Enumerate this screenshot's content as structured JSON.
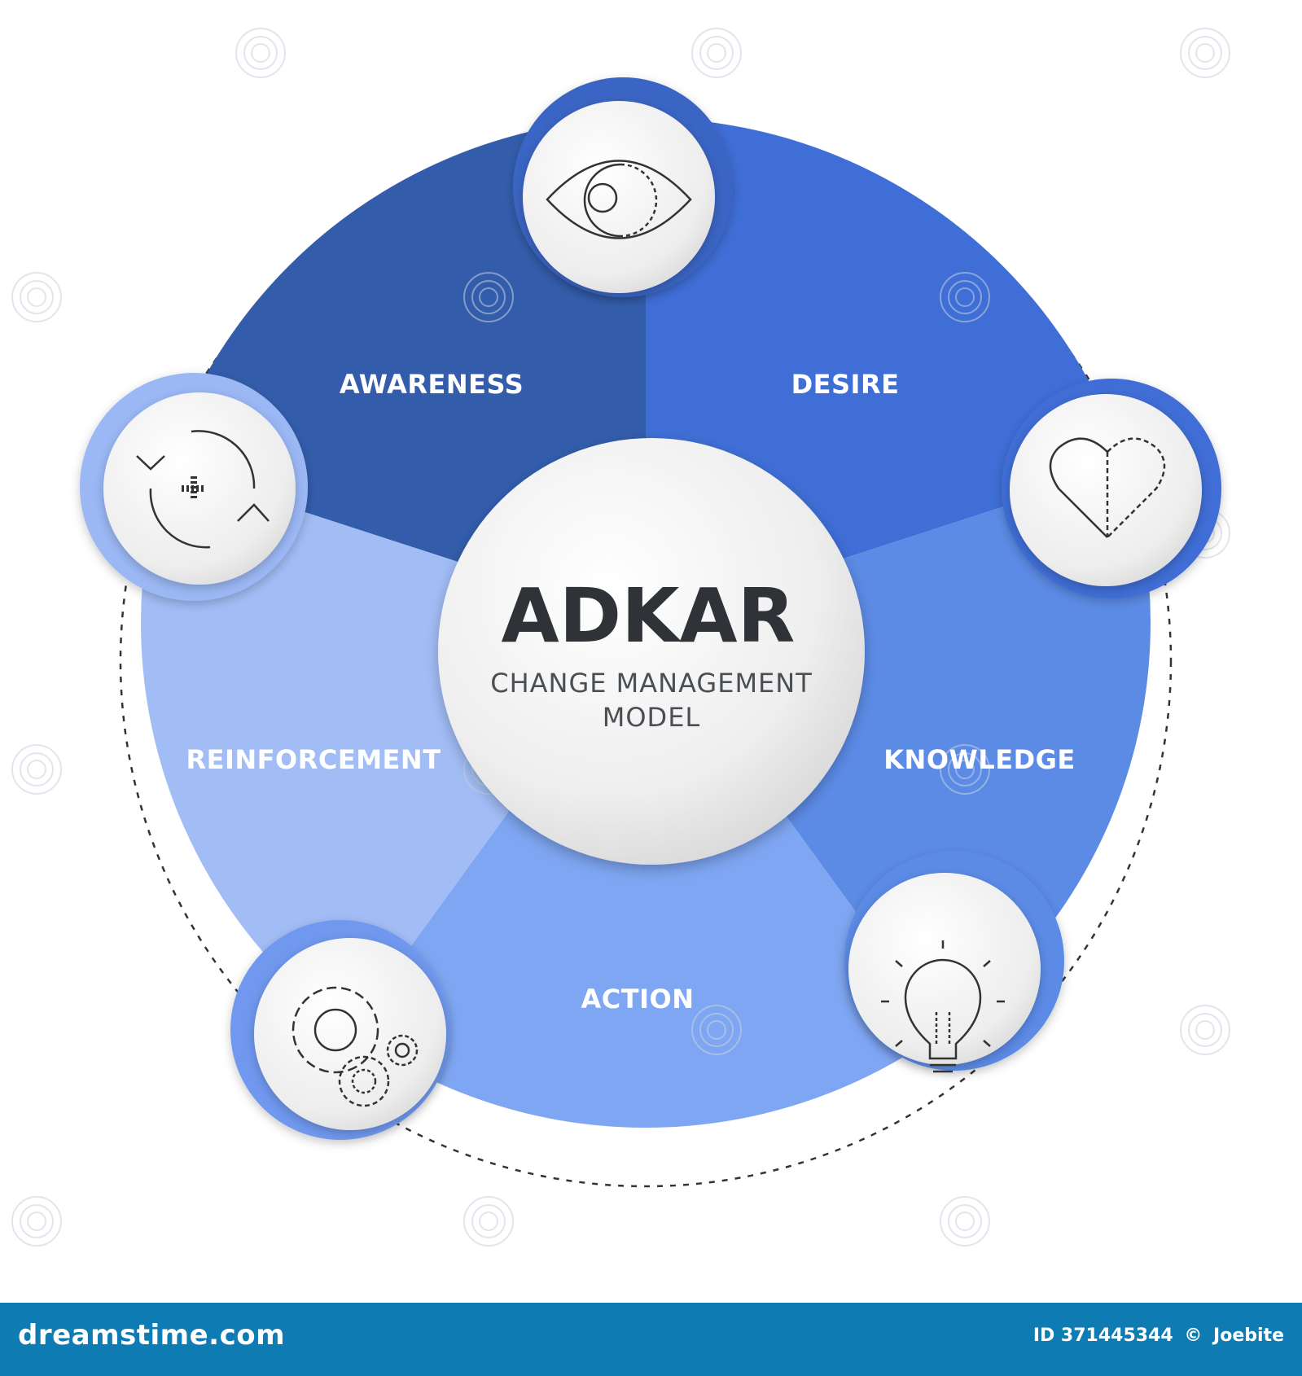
{
  "diagram": {
    "title": "ADKAR",
    "subtitle_line1": "CHANGE MANAGEMENT",
    "subtitle_line2": "MODEL",
    "segments": [
      {
        "label": "AWARENESS",
        "color": "#335dab",
        "icon": "eye-icon",
        "ring": "#3b65c4"
      },
      {
        "label": "DESIRE",
        "color": "#3f6ed6",
        "icon": "heart-icon",
        "ring": "#3f6ed6"
      },
      {
        "label": "KNOWLEDGE",
        "color": "#5c8be6",
        "icon": "lightbulb-icon",
        "ring": "#5c8be6"
      },
      {
        "label": "ACTION",
        "color": "#7ea6f2",
        "icon": "gears-icon",
        "ring": "#6f98ee"
      },
      {
        "label": "REINFORCEMENT",
        "color": "#a2bdf6",
        "icon": "refresh-plus-icon",
        "ring": "#9bb8f5"
      }
    ]
  },
  "watermark": {
    "text": "dreamstime"
  },
  "footer": {
    "brand": "dreamstime.com",
    "id_label": "ID 371445344",
    "copyright": "©",
    "author": "Joebite"
  }
}
